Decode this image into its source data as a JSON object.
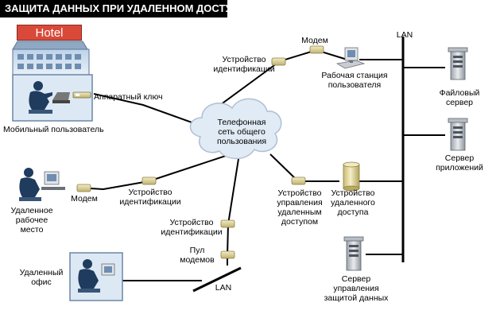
{
  "header": {
    "title": "ЗАЩИТА ДАННЫХ ПРИ УДАЛЕННОМ ДОСТУПЕ"
  },
  "colors": {
    "wire": "#000000",
    "cloud": "#dce8f3",
    "box": "#dce9f5",
    "modem": "#d9cf96",
    "server": "#c8ccd2"
  },
  "hotel": {
    "sign": "Hotel"
  },
  "labels": {
    "hardware_key": "Аппаратный ключ",
    "mobile_user": "Мобильный пользователь",
    "cloud": "Телефонная\nсеть общего\nпользования",
    "id_device_top": "Устройство\nидентификации",
    "modem_top": "Модем",
    "workstation": "Рабочая станция\nпользователя",
    "lan_top": "LAN",
    "file_server": "Файловый\nсервер",
    "app_server": "Сервер\nприложений",
    "remote_workplace": "Удаленное\nрабочее\nместо",
    "modem_left": "Модем",
    "id_device_left": "Устройство\nидентификации",
    "id_device_mid": "Устройство\nидентификации",
    "modem_pool": "Пул\nмодемов",
    "lan_bottom": "LAN",
    "remote_office": "Удаленный\nофис",
    "ra_mgmt": "Устройство\nуправления\nудаленным\nдоступом",
    "ra_device": "Устройство\nудаленного\nдоступа",
    "security_server": "Сервер\nуправления\nзащитой данных"
  }
}
